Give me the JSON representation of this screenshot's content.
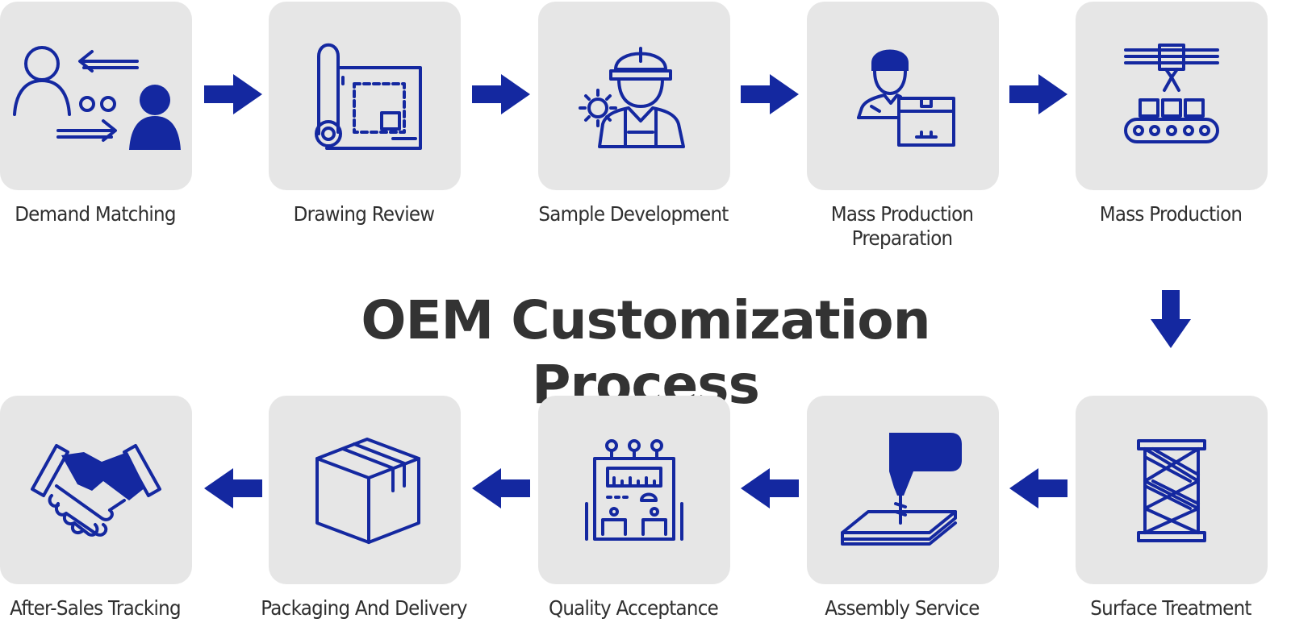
{
  "title": "OEM Customization Process",
  "colors": {
    "accent": "#1428a0",
    "tile": "#e6e6e6",
    "text": "#2f2f2f"
  },
  "steps": [
    {
      "label": "Demand Matching",
      "icon": "people-exchange-icon"
    },
    {
      "label": "Drawing Review",
      "icon": "blueprint-icon"
    },
    {
      "label": "Sample Development",
      "icon": "engineer-icon"
    },
    {
      "label": "Mass Production\nPreparation",
      "icon": "worker-box-icon"
    },
    {
      "label": "Mass Production",
      "icon": "conveyor-icon"
    },
    {
      "label": "Surface Treatment",
      "icon": "scissor-lift-icon"
    },
    {
      "label": "Assembly Service",
      "icon": "drill-icon"
    },
    {
      "label": "Quality Acceptance",
      "icon": "control-panel-icon"
    },
    {
      "label": "Packaging And Delivery",
      "icon": "box-icon"
    },
    {
      "label": "After-Sales Tracking",
      "icon": "handshake-icon"
    }
  ]
}
